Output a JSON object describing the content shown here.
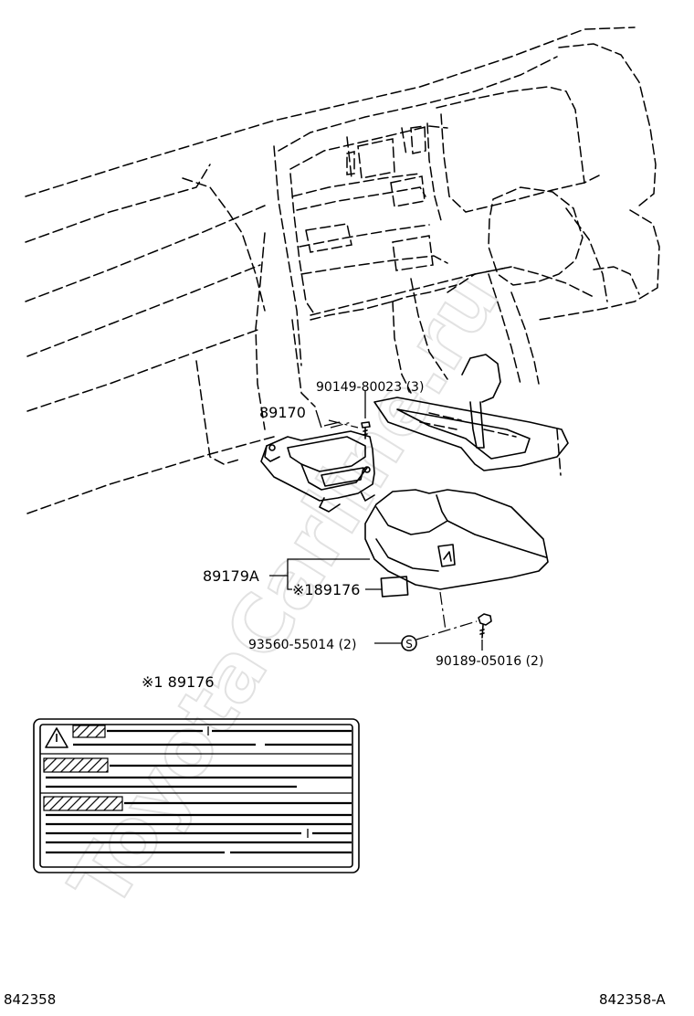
{
  "parts": {
    "screw": "90149-80023 (3)",
    "module": "89170",
    "cover": "89179A",
    "cover_label": "※189176",
    "clip": "93560-55014 (2)",
    "screw2": "90189-05016 (2)"
  },
  "clip_symbol": "S",
  "label_callout": "※1 89176",
  "watermark": "ToyotaCarline.ru",
  "footer": {
    "left": "842358",
    "right": "842358-A"
  }
}
